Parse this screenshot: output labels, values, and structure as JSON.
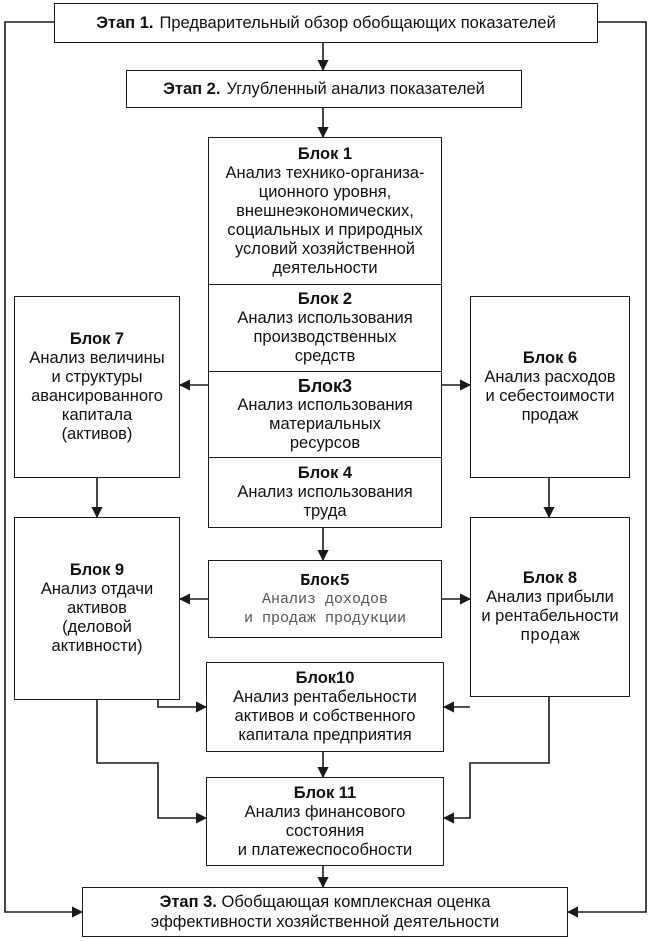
{
  "stage1": {
    "title": "Этап 1.",
    "text": "Предварительный обзор обобщающих показателей"
  },
  "stage2": {
    "title": "Этап 2.",
    "text": "Углубленный анализ показателей"
  },
  "block1": {
    "title": "Блок 1",
    "lines": [
      "Анализ технико-организа-",
      "ционного уровня,",
      "внешнеэкономических,",
      "социальных и природных",
      "условий хозяйственной",
      "деятельности"
    ]
  },
  "block2": {
    "title": "Блок 2",
    "lines": [
      "Анализ использования",
      "производственных",
      "средств"
    ]
  },
  "block3": {
    "title": "Блок3",
    "lines": [
      "Анализ использования",
      "материальных",
      "ресурсов"
    ]
  },
  "block4": {
    "title": "Блок 4",
    "lines": [
      "Анализ использования",
      "труда"
    ]
  },
  "block5": {
    "title": "Блок5",
    "lines": [
      "Анализ доходов",
      "и продаж продукции"
    ]
  },
  "block6": {
    "title": "Блок 6",
    "lines": [
      "Анализ расходов",
      "и себестоимости",
      "продаж"
    ]
  },
  "block7": {
    "title": "Блок 7",
    "lines": [
      "Анализ величины",
      "и структуры",
      "авансированного",
      "капитала",
      "(активов)"
    ]
  },
  "block8": {
    "title": "Блок 8",
    "lines": [
      "Анализ прибыли",
      "и рентабельности",
      "продаж"
    ]
  },
  "block9": {
    "title": "Блок 9",
    "lines": [
      "Анализ отдачи",
      "активов",
      "(деловой",
      "активности)"
    ]
  },
  "block10": {
    "title": "Блок10",
    "lines": [
      "Анализ рентабельности",
      "активов и собственного",
      "капитала предприятия"
    ]
  },
  "block11": {
    "title": "Блок 11",
    "lines": [
      "Анализ финансового",
      "состояния",
      "и платежеспособности"
    ]
  },
  "stage3": {
    "title": "Этап 3.",
    "lines": [
      "Обобщающая комплексная оценка",
      "эффективности хозяйственной деятельности"
    ]
  }
}
